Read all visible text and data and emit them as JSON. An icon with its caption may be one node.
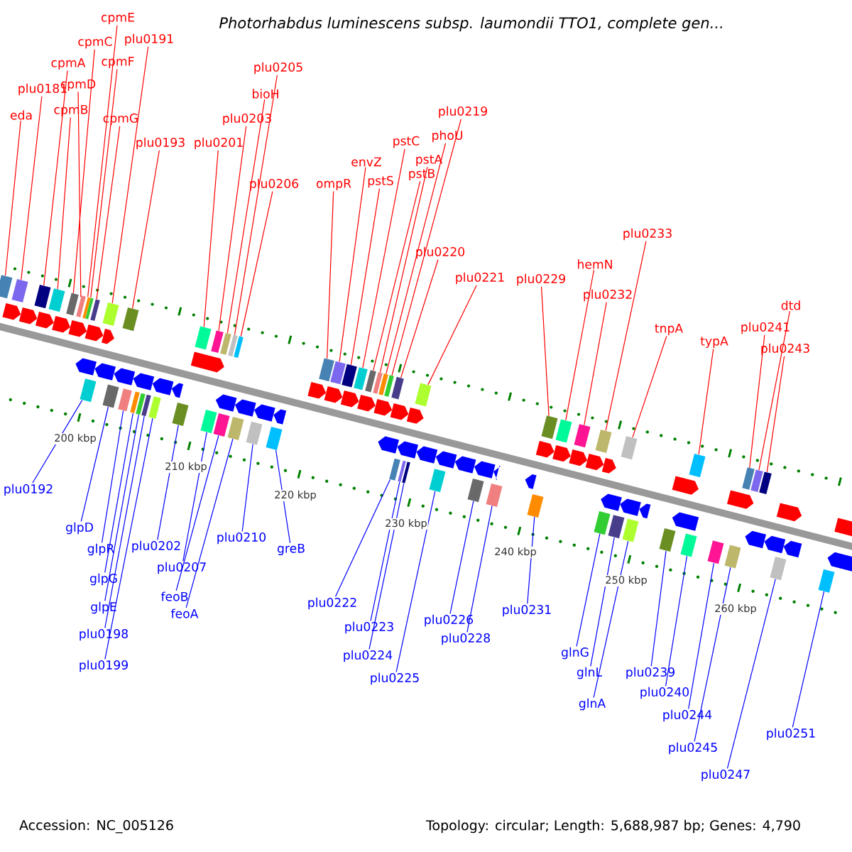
{
  "diagram": {
    "title": "*Photorhabdus luminescens subsp. laumondii TTO1, complete gen...*",
    "nodes": [
      {
        "text": [
          "eda"
        ]
      },
      {
        "text": [
          "plu0181"
        ]
      },
      {
        "text": [
          "cpmA"
        ]
      },
      {
        "text": [
          "cpmB"
        ]
      },
      {
        "text": [
          "cpmC"
        ]
      },
      {
        "text": [
          "cpmD"
        ]
      },
      {
        "text": [
          "cpmE"
        ]
      },
      {
        "text": [
          "cpmF"
        ]
      },
      {
        "text": [
          "cpmG"
        ]
      },
      {
        "text": [
          "plu0191"
        ]
      },
      {
        "text": [
          "plu0193"
        ]
      },
      {
        "text": [
          "plu0201"
        ]
      },
      {
        "text": [
          "plu0203"
        ]
      },
      {
        "text": [
          "bioH"
        ]
      },
      {
        "text": [
          "plu0205"
        ]
      },
      {
        "text": [
          "plu0206"
        ]
      },
      {
        "text": [
          "ompR"
        ]
      },
      {
        "text": [
          "envZ"
        ]
      },
      {
        "text": [
          "pstS"
        ]
      },
      {
        "text": [
          "pstC"
        ]
      },
      {
        "text": [
          "pstB"
        ]
      },
      {
        "text": [
          "pstA"
        ]
      },
      {
        "text": [
          "phoU"
        ]
      },
      {
        "text": [
          "plu0219"
        ]
      },
      {
        "text": [
          "plu0220"
        ]
      },
      {
        "text": [
          "plu0221"
        ]
      },
      {
        "text": [
          "plu0229"
        ]
      },
      {
        "text": [
          "hemN"
        ]
      },
      {
        "text": [
          "plu0232"
        ]
      },
      {
        "text": [
          "plu0233"
        ]
      },
      {
        "text": [
          "tnpA"
        ]
      },
      {
        "text": [
          "typA"
        ]
      },
      {
        "text": [
          "plu0241"
        ]
      },
      {
        "text": [
          "dtd"
        ]
      },
      {
        "text": [
          "plu0243"
        ]
      },
      {
        "text": [
          "plu0192"
        ]
      },
      {
        "text": [
          "glpD"
        ]
      },
      {
        "text": [
          "glpR"
        ]
      },
      {
        "text": [
          "glpG"
        ]
      },
      {
        "text": [
          "glpE"
        ]
      },
      {
        "text": [
          "plu0198"
        ]
      },
      {
        "text": [
          "plu0199"
        ]
      },
      {
        "text": [
          "plu0202"
        ]
      },
      {
        "text": [
          "plu0207"
        ]
      },
      {
        "text": [
          "feoB"
        ]
      },
      {
        "text": [
          "feoA"
        ]
      },
      {
        "text": [
          "plu0210"
        ]
      },
      {
        "text": [
          "greB"
        ]
      },
      {
        "text": [
          "plu0222"
        ]
      },
      {
        "text": [
          "plu0223"
        ]
      },
      {
        "text": [
          "plu0224"
        ]
      },
      {
        "text": [
          "plu0225"
        ]
      },
      {
        "text": [
          "plu0226"
        ]
      },
      {
        "text": [
          "plu0228"
        ]
      },
      {
        "text": [
          "plu0231"
        ]
      },
      {
        "text": [
          "glnG"
        ]
      },
      {
        "text": [
          "glnL"
        ]
      },
      {
        "text": [
          "glnA"
        ]
      },
      {
        "text": [
          "plu0239"
        ]
      },
      {
        "text": [
          "plu0240"
        ]
      },
      {
        "text": [
          "plu0244"
        ]
      },
      {
        "text": [
          "plu0245"
        ]
      },
      {
        "text": [
          "plu0247"
        ]
      },
      {
        "text": [
          "plu0251"
        ]
      },
      {
        "text": [],
        "shape": "bar"
      },
      {
        "text": [],
        "shape": "bar"
      },
      {
        "text": [],
        "shape": "bar"
      },
      {
        "text": [],
        "shape": "bar"
      },
      {
        "text": [],
        "shape": "bar"
      },
      {
        "text": [],
        "shape": "bar"
      },
      {
        "text": [],
        "shape": "bar"
      },
      {
        "text": [],
        "shape": "bar"
      },
      {
        "text": [],
        "shape": "bar"
      },
      {
        "text": [],
        "shape": "bar"
      },
      {
        "text": [],
        "shape": "bar"
      },
      {
        "text": [],
        "shape": "bar"
      },
      {
        "text": [],
        "shape": "bar"
      },
      {
        "text": [],
        "shape": "bar"
      },
      {
        "text": [],
        "shape": "bar"
      },
      {
        "text": [],
        "shape": "bar"
      },
      {
        "text": [],
        "shape": "bar"
      },
      {
        "text": [],
        "shape": "bar"
      },
      {
        "text": [],
        "shape": "bar"
      },
      {
        "text": [],
        "shape": "bar"
      },
      {
        "text": [],
        "shape": "bar"
      },
      {
        "text": [],
        "shape": "bar"
      },
      {
        "text": [],
        "shape": "bar"
      },
      {
        "text": [],
        "shape": "bar"
      },
      {
        "text": [],
        "shape": "bar"
      },
      {
        "text": [],
        "shape": "bar"
      },
      {
        "text": [],
        "shape": "bar"
      },
      {
        "text": [],
        "shape": "bar"
      },
      {
        "text": [],
        "shape": "bar"
      },
      {
        "text": [],
        "shape": "bar"
      },
      {
        "text": [],
        "shape": "bar"
      },
      {
        "text": [],
        "shape": "bar"
      },
      {
        "text": [],
        "shape": "bar"
      },
      {
        "text": [],
        "shape": "bar"
      },
      {
        "text": [],
        "shape": "bar"
      },
      {
        "text": [],
        "shape": "bar"
      },
      {
        "text": [],
        "shape": "bar"
      },
      {
        "text": [],
        "shape": "bar"
      },
      {
        "text": [],
        "shape": "bar"
      },
      {
        "text": [],
        "shape": "bar"
      },
      {
        "text": [],
        "shape": "bar"
      },
      {
        "text": [],
        "shape": "bar"
      },
      {
        "text": [],
        "shape": "bar"
      },
      {
        "text": [],
        "shape": "bar"
      },
      {
        "text": [],
        "shape": "bar"
      },
      {
        "text": [],
        "shape": "bar"
      },
      {
        "text": [],
        "shape": "bar"
      },
      {
        "text": [],
        "shape": "bar"
      },
      {
        "text": [],
        "shape": "bar"
      },
      {
        "text": [],
        "shape": "bar"
      },
      {
        "text": [],
        "shape": "bar"
      },
      {
        "text": [],
        "shape": "bar"
      },
      {
        "text": [],
        "shape": "bar"
      },
      {
        "text": [],
        "shape": "bar"
      },
      {
        "text": [],
        "shape": "bar"
      },
      {
        "text": [],
        "shape": "bar"
      },
      {
        "text": [],
        "shape": "bar"
      },
      {
        "text": [],
        "shape": "bar"
      },
      {
        "text": [],
        "shape": "bar"
      },
      {
        "text": [],
        "shape": "bar"
      },
      {
        "text": [],
        "shape": "bar"
      },
      {
        "text": [],
        "shape": "bar"
      },
      {
        "text": [],
        "shape": "bar"
      },
      {
        "text": [],
        "shape": "bar"
      }
    ],
    "edges": [
      {
        "from": 0,
        "to": 64,
        "arrow": "none"
      },
      {
        "from": 1,
        "to": 65,
        "arrow": "none"
      },
      {
        "from": 2,
        "to": 66,
        "arrow": "none"
      },
      {
        "from": 3,
        "to": 67,
        "arrow": "none"
      },
      {
        "from": 4,
        "to": 68,
        "arrow": "none"
      },
      {
        "from": 5,
        "to": 69,
        "arrow": "none"
      },
      {
        "from": 6,
        "to": 70,
        "arrow": "none"
      },
      {
        "from": 7,
        "to": 71,
        "arrow": "none"
      },
      {
        "from": 8,
        "to": 72,
        "arrow": "none"
      },
      {
        "from": 9,
        "to": 73,
        "arrow": "none"
      },
      {
        "from": 10,
        "to": 74,
        "arrow": "none"
      },
      {
        "from": 11,
        "to": 75,
        "arrow": "none"
      },
      {
        "from": 12,
        "to": 76,
        "arrow": "none"
      },
      {
        "from": 13,
        "to": 77,
        "arrow": "none"
      },
      {
        "from": 14,
        "to": 78,
        "arrow": "none"
      },
      {
        "from": 15,
        "to": 79,
        "arrow": "none"
      },
      {
        "from": 16,
        "to": 80,
        "arrow": "none"
      },
      {
        "from": 17,
        "to": 81,
        "arrow": "none"
      },
      {
        "from": 18,
        "to": 82,
        "arrow": "none"
      },
      {
        "from": 19,
        "to": 83,
        "arrow": "none"
      },
      {
        "from": 20,
        "to": 84,
        "arrow": "none"
      },
      {
        "from": 21,
        "to": 85,
        "arrow": "none"
      },
      {
        "from": 22,
        "to": 86,
        "arrow": "none"
      },
      {
        "from": 23,
        "to": 87,
        "arrow": "none"
      },
      {
        "from": 24,
        "to": 88,
        "arrow": "none"
      },
      {
        "from": 25,
        "to": 89,
        "arrow": "none"
      },
      {
        "from": 26,
        "to": 90,
        "arrow": "none"
      },
      {
        "from": 27,
        "to": 91,
        "arrow": "none"
      },
      {
        "from": 28,
        "to": 92,
        "arrow": "none"
      },
      {
        "from": 29,
        "to": 93,
        "arrow": "none"
      },
      {
        "from": 30,
        "to": 94,
        "arrow": "none"
      },
      {
        "from": 31,
        "to": 95,
        "arrow": "none"
      },
      {
        "from": 32,
        "to": 96,
        "arrow": "none"
      },
      {
        "from": 33,
        "to": 97,
        "arrow": "none"
      },
      {
        "from": 34,
        "to": 98,
        "arrow": "none"
      },
      {
        "from": 35,
        "to": 99,
        "arrow": "none",
        "color": "#0000ff"
      },
      {
        "from": 36,
        "to": 100,
        "arrow": "none",
        "color": "#0000ff"
      },
      {
        "from": 37,
        "to": 101,
        "arrow": "none",
        "color": "#0000ff"
      },
      {
        "from": 38,
        "to": 102,
        "arrow": "none",
        "color": "#0000ff"
      },
      {
        "from": 39,
        "to": 103,
        "arrow": "none",
        "color": "#0000ff"
      },
      {
        "from": 40,
        "to": 104,
        "arrow": "none",
        "color": "#0000ff"
      },
      {
        "from": 41,
        "to": 105,
        "arrow": "none",
        "color": "#0000ff"
      },
      {
        "from": 42,
        "to": 106,
        "arrow": "none",
        "color": "#0000ff"
      },
      {
        "from": 43,
        "to": 107,
        "arrow": "none",
        "color": "#0000ff"
      },
      {
        "from": 44,
        "to": 108,
        "arrow": "none",
        "color": "#0000ff"
      },
      {
        "from": 45,
        "to": 109,
        "arrow": "none",
        "color": "#0000ff"
      },
      {
        "from": 46,
        "to": 110,
        "arrow": "none",
        "color": "#0000ff"
      },
      {
        "from": 47,
        "to": 111,
        "arrow": "none",
        "color": "#0000ff"
      },
      {
        "from": 48,
        "to": 112,
        "arrow": "none",
        "color": "#0000ff"
      },
      {
        "from": 49,
        "to": 113,
        "arrow": "none",
        "color": "#0000ff"
      },
      {
        "from": 50,
        "to": 114,
        "arrow": "none",
        "color": "#0000ff"
      },
      {
        "from": 51,
        "to": 115,
        "arrow": "none",
        "color": "#0000ff"
      },
      {
        "from": 52,
        "to": 116,
        "arrow": "none",
        "color": "#0000ff"
      },
      {
        "from": 53,
        "to": 117,
        "arrow": "none",
        "color": "#0000ff"
      },
      {
        "from": 54,
        "to": 118,
        "arrow": "none",
        "color": "#0000ff"
      },
      {
        "from": 55,
        "to": 119,
        "arrow": "none",
        "color": "#0000ff"
      },
      {
        "from": 56,
        "to": 120,
        "arrow": "none",
        "color": "#0000ff"
      },
      {
        "from": 57,
        "to": 121,
        "arrow": "none",
        "color": "#0000ff"
      },
      {
        "from": 58,
        "to": 122,
        "arrow": "none",
        "color": "#0000ff"
      },
      {
        "from": 59,
        "to": 123,
        "arrow": "none",
        "color": "#0000ff"
      },
      {
        "from": 60,
        "to": 124,
        "arrow": "none",
        "color": "#0000ff"
      },
      {
        "from": 61,
        "to": 125,
        "arrow": "none",
        "color": "#0000ff"
      },
      {
        "from": 62,
        "to": 126,
        "arrow": "none",
        "color": "#0000ff"
      },
      {
        "from": 63,
        "to": 127,
        "arrow": "none",
        "color": "#0000ff"
      }
    ],
    "labels": [
      "200 kbp",
      "210 kbp",
      "220 kbp",
      "230 kbp",
      "240 kbp",
      "250 kbp",
      "260 kbp",
      "Accession: NC_005126",
      "Topology: circular; Length: 5,688,987 bp; Genes: 4,790"
    ]
  }
}
